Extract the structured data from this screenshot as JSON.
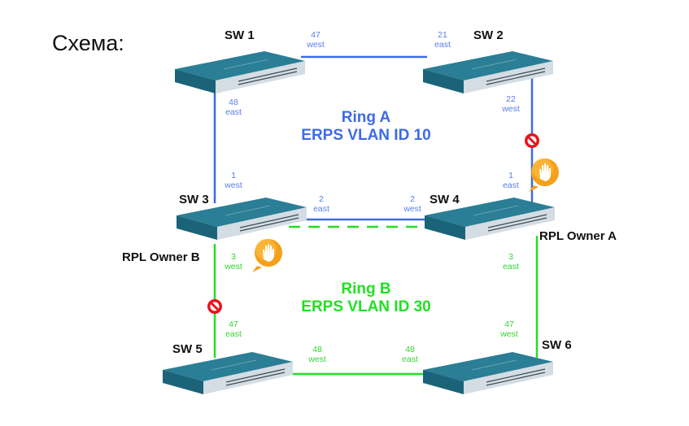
{
  "page": {
    "title": "Схема:"
  },
  "colors": {
    "ring_a": "#3d6be6",
    "ring_b": "#22e022",
    "switch_body": "#1f6f86",
    "block_icon": "#e8141b",
    "hand_icon": "#f6a01a"
  },
  "switches": [
    {
      "id": "sw1",
      "label": "SW 1"
    },
    {
      "id": "sw2",
      "label": "SW 2"
    },
    {
      "id": "sw3",
      "label": "SW 3"
    },
    {
      "id": "sw4",
      "label": "SW 4"
    },
    {
      "id": "sw5",
      "label": "SW 5"
    },
    {
      "id": "sw6",
      "label": "SW 6"
    }
  ],
  "rings": {
    "a": {
      "name": "Ring A",
      "vlan": "ERPS VLAN ID 10",
      "rpl_owner": "RPL Owner A"
    },
    "b": {
      "name": "Ring B",
      "vlan": "ERPS VLAN ID 30",
      "rpl_owner": "RPL Owner B"
    }
  },
  "ports": {
    "sw1_47": {
      "num": "47",
      "dir": "west"
    },
    "sw2_21": {
      "num": "21",
      "dir": "east"
    },
    "sw1_48": {
      "num": "48",
      "dir": "east"
    },
    "sw2_22": {
      "num": "22",
      "dir": "west"
    },
    "sw3_1": {
      "num": "1",
      "dir": "west"
    },
    "sw4_1": {
      "num": "1",
      "dir": "east"
    },
    "sw3_2": {
      "num": "2",
      "dir": "east"
    },
    "sw4_2": {
      "num": "2",
      "dir": "west"
    },
    "sw3_3": {
      "num": "3",
      "dir": "west"
    },
    "sw4_3": {
      "num": "3",
      "dir": "east"
    },
    "sw5_47": {
      "num": "47",
      "dir": "east"
    },
    "sw6_47": {
      "num": "47",
      "dir": "west"
    },
    "sw5_48": {
      "num": "48",
      "dir": "west"
    },
    "sw6_48": {
      "num": "48",
      "dir": "east"
    }
  },
  "icons": {
    "blocked_port": "block-icon",
    "rpl_owner_marker": "stop-hand-icon"
  }
}
